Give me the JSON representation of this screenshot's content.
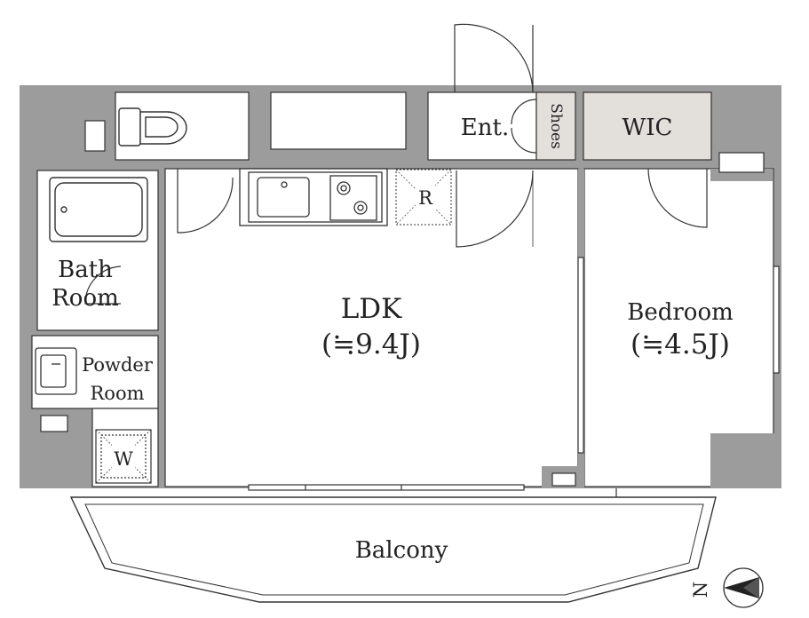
{
  "colors": {
    "wall": "#9c9c9c",
    "floor": "#ffffff",
    "line": "#333333",
    "closet": "#e3dfdb"
  },
  "rooms": {
    "ldk": {
      "name": "LDK",
      "size": "(≒9.4J)"
    },
    "bedroom": {
      "name": "Bedroom",
      "size": "(≒4.5J)"
    },
    "bath": {
      "line1": "Bath",
      "line2": "Room"
    },
    "powder": {
      "line1": "Powder",
      "line2": "Room"
    },
    "entrance": {
      "name": "Ent."
    },
    "shoes": {
      "name": "Shoes"
    },
    "wic": {
      "name": "WIC"
    },
    "balcony": {
      "name": "Balcony"
    },
    "fridge": {
      "name": "R"
    },
    "washer": {
      "name": "W"
    }
  },
  "compass": {
    "label": "N",
    "icon": "north-arrow-icon"
  }
}
